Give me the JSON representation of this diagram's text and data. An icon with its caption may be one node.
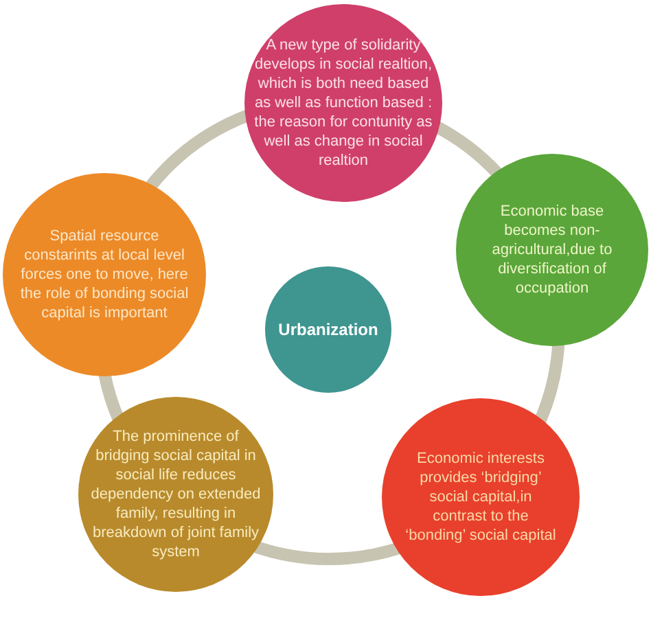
{
  "diagram": {
    "nodes": [
      {
        "text": [
          "A new type of solidarity develops in social realtion, which is both need based as well as function based : the reason for contunity as well as change in social realtion"
        ]
      },
      {
        "text": [
          "Economic base becomes non-agricultural,due to diversification of occupation"
        ]
      },
      {
        "text": [
          "Economic interests provides ‘bridging’ social capital,in contrast to the ‘bonding’ social capital"
        ]
      },
      {
        "text": [
          "The prominence of bridging social capital in social life reduces dependency on extended family, resulting in breakdown of joint family system"
        ]
      },
      {
        "text": [
          "Spatial resource constarints at local level forces one to move, here the role of bonding social capital is important"
        ]
      },
      {
        "text": [
          "Urbanization"
        ]
      }
    ],
    "edges": [
      {
        "from": 0,
        "to": 1,
        "arrow": "none"
      },
      {
        "from": 1,
        "to": 2,
        "arrow": "none"
      },
      {
        "from": 2,
        "to": 3,
        "arrow": "none"
      },
      {
        "from": 3,
        "to": 4,
        "arrow": "none"
      },
      {
        "from": 4,
        "to": 0,
        "arrow": "none"
      }
    ]
  }
}
